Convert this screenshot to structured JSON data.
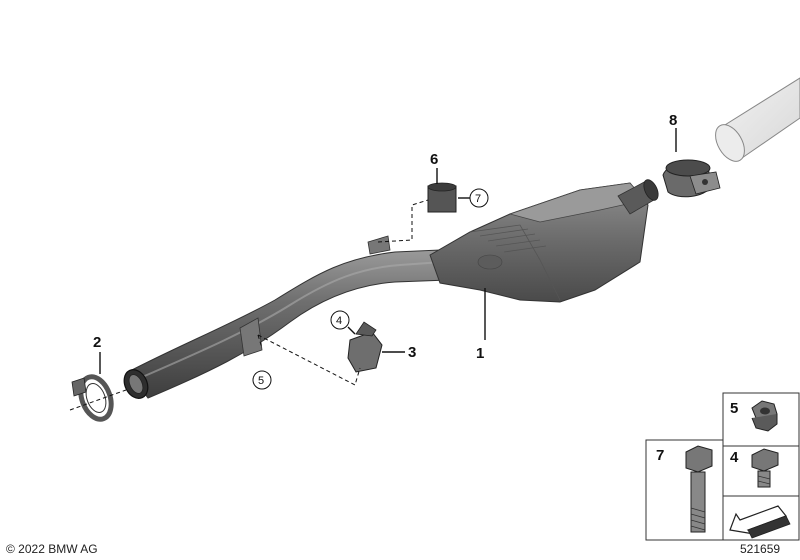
{
  "diagram": {
    "callouts": {
      "main_silencer": "1",
      "sealing_ring": "2",
      "bracket": "3",
      "bracket_ref_circle": "4",
      "nut_ref_circle": "5",
      "sleeve": "6",
      "bolt_ref_circle": "7",
      "clamp": "8"
    },
    "legend": {
      "nut": "5",
      "bolt": "7",
      "bolt_small": "4"
    },
    "footer": {
      "copyright": "© 2022 BMW AG",
      "diagram_id": "521659"
    }
  }
}
